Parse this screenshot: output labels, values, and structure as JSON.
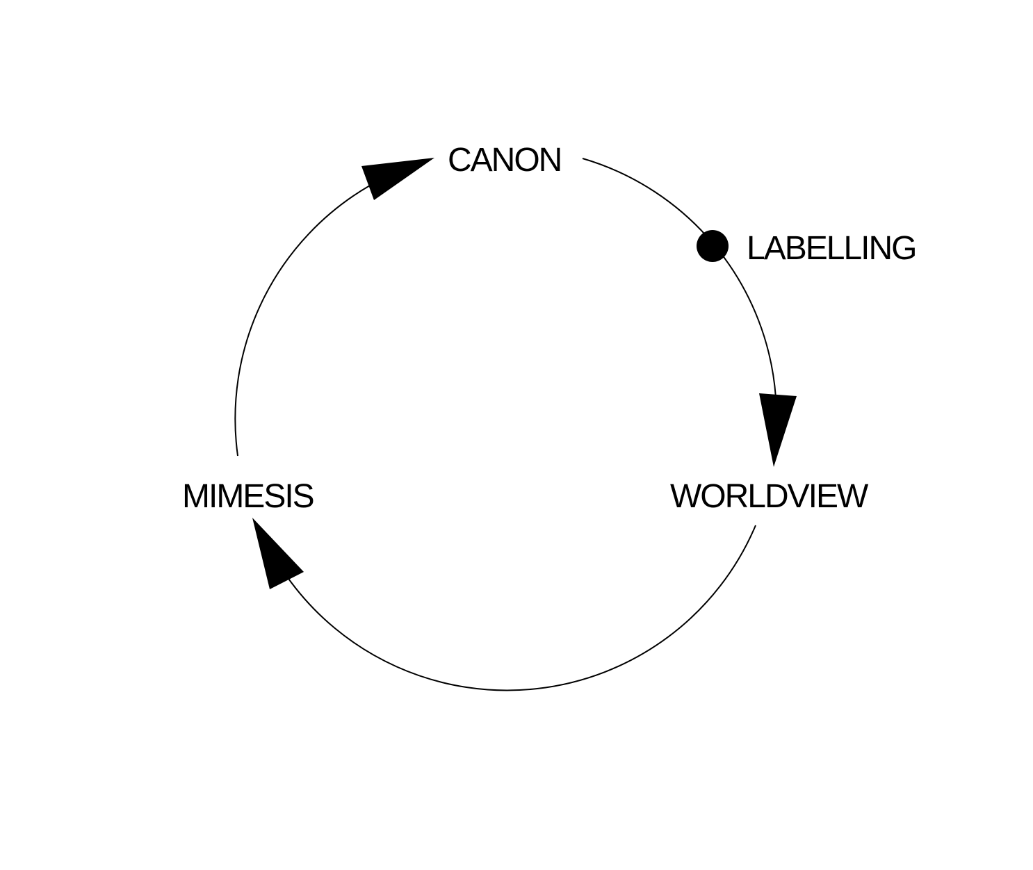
{
  "diagram": {
    "nodes": {
      "canon": "CANON",
      "labelling": "LABELLING",
      "worldview": "WORLDVIEW",
      "mimesis": "MIMESIS"
    },
    "stroke_color": "#000000",
    "background_color": "#ffffff"
  }
}
